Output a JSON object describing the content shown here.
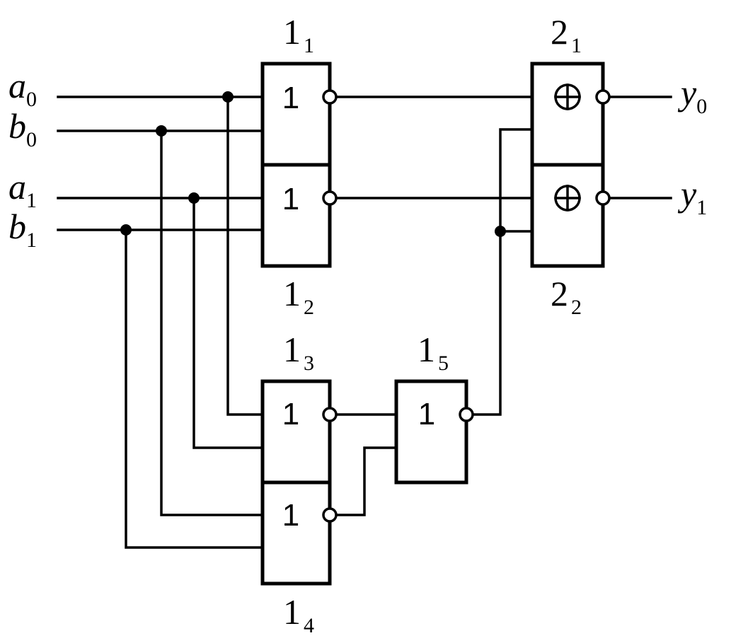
{
  "diagram": {
    "inputs": [
      {
        "id": "a0",
        "letter": "a",
        "index": "0"
      },
      {
        "id": "b0",
        "letter": "b",
        "index": "0"
      },
      {
        "id": "a1",
        "letter": "a",
        "index": "1"
      },
      {
        "id": "b1",
        "letter": "b",
        "index": "1"
      }
    ],
    "outputs": [
      {
        "id": "y0",
        "letter": "y",
        "index": "0"
      },
      {
        "id": "y1",
        "letter": "y",
        "index": "1"
      }
    ],
    "gates": [
      {
        "id": "g1_1",
        "main": "1",
        "sub": "1",
        "symbol": "1",
        "inverted_output": true
      },
      {
        "id": "g1_2",
        "main": "1",
        "sub": "2",
        "symbol": "1",
        "inverted_output": true
      },
      {
        "id": "g1_3",
        "main": "1",
        "sub": "3",
        "symbol": "1",
        "inverted_output": true
      },
      {
        "id": "g1_4",
        "main": "1",
        "sub": "4",
        "symbol": "1",
        "inverted_output": true
      },
      {
        "id": "g1_5",
        "main": "1",
        "sub": "5",
        "symbol": "1",
        "inverted_output": true
      },
      {
        "id": "g2_1",
        "main": "2",
        "sub": "1",
        "symbol": "xor",
        "inverted_output": true
      },
      {
        "id": "g2_2",
        "main": "2",
        "sub": "2",
        "symbol": "xor",
        "inverted_output": true
      }
    ],
    "connections": [
      {
        "from": "a0",
        "to": "g1_1"
      },
      {
        "from": "b0",
        "to": "g1_1"
      },
      {
        "from": "a1",
        "to": "g1_2"
      },
      {
        "from": "b1",
        "to": "g1_2"
      },
      {
        "from": "a0",
        "to": "g1_3"
      },
      {
        "from": "a1",
        "to": "g1_3"
      },
      {
        "from": "b0",
        "to": "g1_4"
      },
      {
        "from": "b1",
        "to": "g1_4"
      },
      {
        "from": "g1_3",
        "to": "g1_5"
      },
      {
        "from": "g1_4",
        "to": "g1_5"
      },
      {
        "from": "g1_1",
        "to": "g2_1"
      },
      {
        "from": "g1_5",
        "to": "g2_1"
      },
      {
        "from": "g1_2",
        "to": "g2_2"
      },
      {
        "from": "g1_5",
        "to": "g2_2"
      },
      {
        "from": "g2_1",
        "to": "y0"
      },
      {
        "from": "g2_2",
        "to": "y1"
      }
    ]
  }
}
